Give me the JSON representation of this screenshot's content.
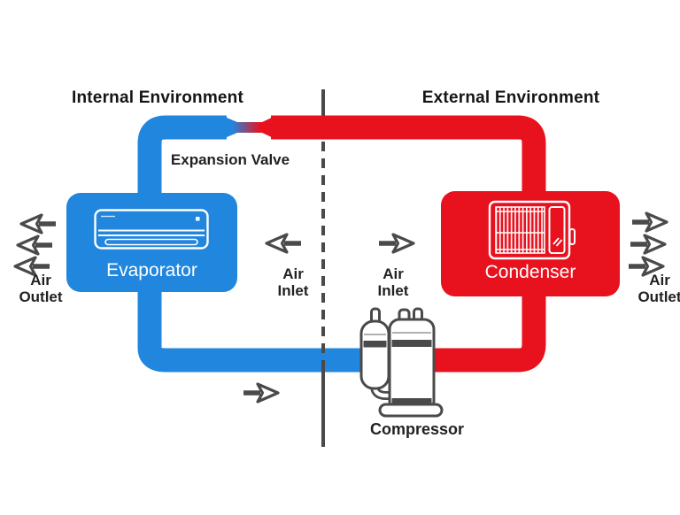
{
  "diagram": {
    "headings": {
      "internal": "Internal Environment",
      "external": "External Environment"
    },
    "components": {
      "evaporator": "Evaporator",
      "condenser": "Condenser",
      "compressor": "Compressor",
      "expansion_valve": "Expansion Valve"
    },
    "airflow": {
      "internal_outlet": {
        "line1": "Air",
        "line2": "Outlet"
      },
      "internal_inlet": {
        "line1": "Air",
        "line2": "Inlet"
      },
      "external_inlet": {
        "line1": "Air",
        "line2": "Inlet"
      },
      "external_outlet": {
        "line1": "Air",
        "line2": "Outlet"
      }
    },
    "colors": {
      "cold": "#2186dd",
      "hot": "#e8111e",
      "arrow": "#4a4a4a",
      "heading": "#151515",
      "label": "#222222",
      "box_label": "#ffffff"
    }
  }
}
